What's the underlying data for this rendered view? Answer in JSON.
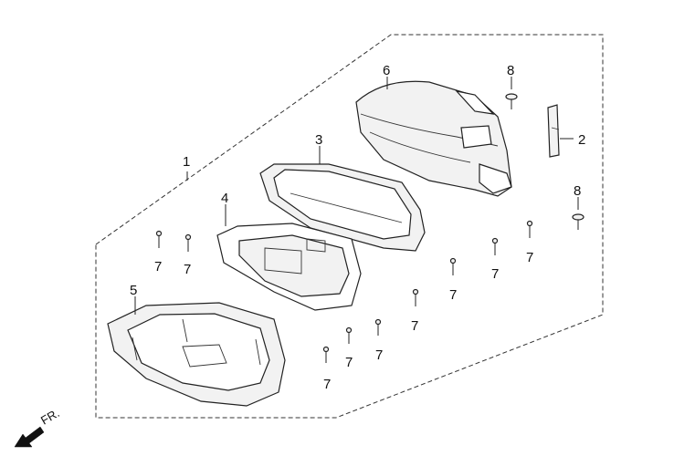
{
  "callouts": {
    "p1": "1",
    "p2": "2",
    "p3": "3",
    "p4": "4",
    "p5": "5",
    "p6": "6",
    "p7": "7",
    "p8": "8"
  },
  "front_marker": "FR.",
  "icons": [
    "front-arrow-icon"
  ]
}
